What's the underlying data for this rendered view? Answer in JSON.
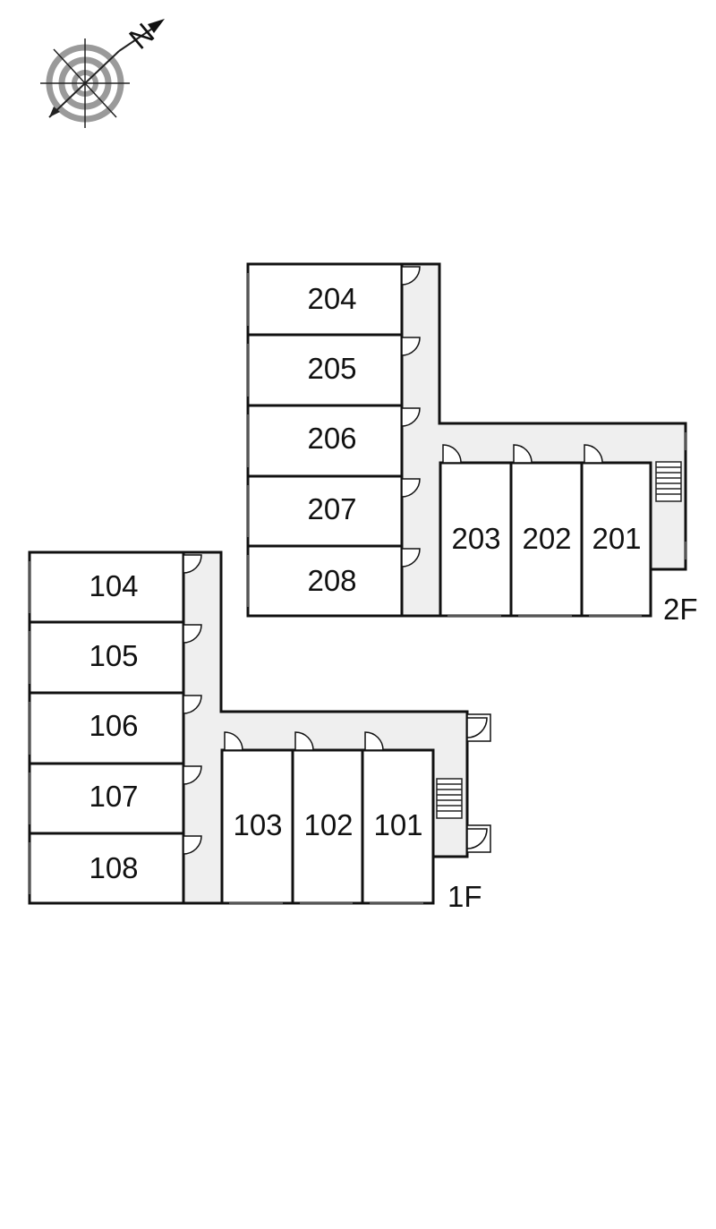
{
  "compass": {
    "label": "N"
  },
  "floors": {
    "f2": {
      "label": "2F",
      "rooms": [
        "204",
        "205",
        "206",
        "207",
        "208",
        "203",
        "202",
        "201"
      ]
    },
    "f1": {
      "label": "1F",
      "rooms": [
        "104",
        "105",
        "106",
        "107",
        "108",
        "103",
        "102",
        "101"
      ]
    }
  },
  "colors": {
    "corridor": "#efefef",
    "wall": "#111111",
    "compass_ring": "#9a9a9a"
  }
}
